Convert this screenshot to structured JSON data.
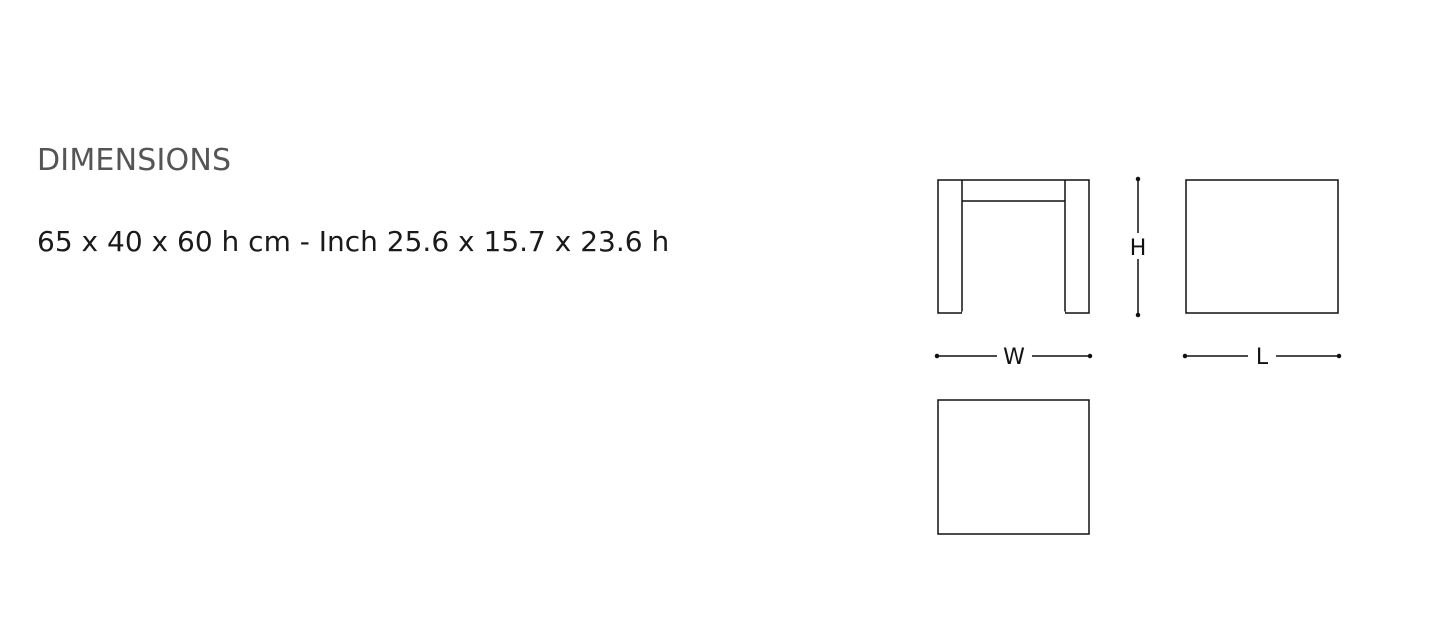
{
  "section": {
    "heading": "DIMENSIONS",
    "dimensions_text": "65 x 40 x 60 h cm - Inch 25.6 x 15.7 x 23.6 h"
  },
  "diagram": {
    "labels": {
      "height": "H",
      "width": "W",
      "length": "L"
    },
    "stroke_color": "#111111"
  }
}
